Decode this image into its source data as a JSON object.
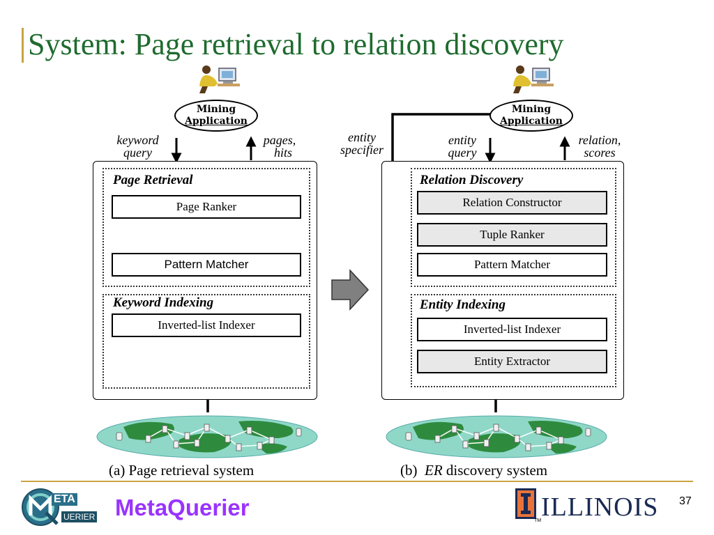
{
  "slide": {
    "title": "System: Page retrieval to relation discovery",
    "page_number": "37",
    "logo_text": "MetaQuerier",
    "logo_badge_top": "ETA",
    "logo_badge_bottom": "UERIER",
    "university": "ILLINOIS",
    "university_tm": "TM"
  },
  "left": {
    "app_label_1": "Mining",
    "app_label_2": "Application",
    "in_label_1": "keyword",
    "in_label_2": "query",
    "out_label_1": "pages,",
    "out_label_2": "hits",
    "section1_title": "Page Retrieval",
    "section1_components": [
      "Page Ranker",
      "Pattern Matcher"
    ],
    "section2_title": "Keyword Indexing",
    "section2_components": [
      "Inverted-list Indexer"
    ],
    "caption": "(a) Page retrieval system"
  },
  "right": {
    "app_label_1": "Mining",
    "app_label_2": "Application",
    "spec_label_1": "entity",
    "spec_label_2": "specifier",
    "in_label_1": "entity",
    "in_label_2": "query",
    "out_label_1": "relation,",
    "out_label_2": "scores",
    "section1_title": "Relation Discovery",
    "section1_components": [
      "Relation Constructor",
      "Tuple Ranker",
      "Pattern Matcher"
    ],
    "section2_title": "Entity Indexing",
    "section2_components": [
      "Inverted-list Indexer",
      "Entity Extractor"
    ],
    "caption_prefix": "(b)",
    "caption_italic": "ER",
    "caption_suffix": "discovery system"
  },
  "icons": {
    "person": "person-at-computer-icon",
    "web": "web-globe-icon",
    "transform_arrow": "transform-arrow-icon"
  },
  "colors": {
    "title": "#1f6b2f",
    "accent": "#c8a440",
    "logo_text": "#9933ff",
    "globe_land": "#2e8b3e",
    "globe_sea": "#8fd8c8",
    "grey_component": "#e8e8e8",
    "illinois": "#1a2a55"
  }
}
